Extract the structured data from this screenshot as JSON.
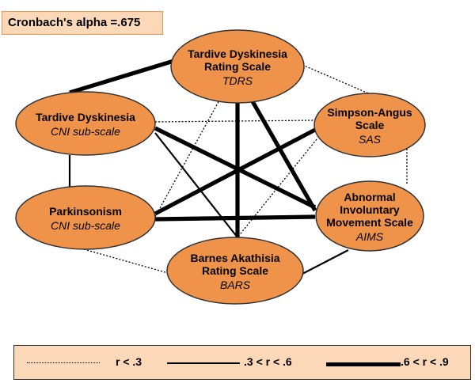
{
  "alpha_label": "Cronbach's alpha =.675",
  "colors": {
    "node_fill": "#f0934a",
    "node_stroke": "#333333",
    "legend_bg": "#fbd9b8",
    "line": "#000000"
  },
  "nodes": [
    {
      "id": "tdrs",
      "title": [
        "Tardive Dyskinesia",
        "Rating Scale"
      ],
      "sub": "TDRS"
    },
    {
      "id": "sas",
      "title": [
        "Simpson-Angus",
        "Scale"
      ],
      "sub": "SAS"
    },
    {
      "id": "aims",
      "title": [
        "Abnormal",
        "Involuntary",
        "Movement  Scale"
      ],
      "sub": "AIMS"
    },
    {
      "id": "bars",
      "title": [
        "Barnes Akathisia",
        "Rating Scale"
      ],
      "sub": "BARS"
    },
    {
      "id": "park",
      "title": [
        "Parkinsonism"
      ],
      "sub": "CNI sub-scale"
    },
    {
      "id": "td",
      "title": [
        "Tardive Dyskinesia"
      ],
      "sub": "CNI sub-scale"
    }
  ],
  "edges": [
    {
      "from": "tdrs",
      "to": "td",
      "strength": "strong"
    },
    {
      "from": "tdrs",
      "to": "sas",
      "strength": "weak"
    },
    {
      "from": "tdrs",
      "to": "aims",
      "strength": "strong"
    },
    {
      "from": "tdrs",
      "to": "bars",
      "strength": "strong"
    },
    {
      "from": "tdrs",
      "to": "park",
      "strength": "weak"
    },
    {
      "from": "td",
      "to": "sas",
      "strength": "weak"
    },
    {
      "from": "td",
      "to": "aims",
      "strength": "strong"
    },
    {
      "from": "td",
      "to": "bars",
      "strength": "medium"
    },
    {
      "from": "td",
      "to": "park",
      "strength": "medium"
    },
    {
      "from": "sas",
      "to": "aims",
      "strength": "weak"
    },
    {
      "from": "sas",
      "to": "park",
      "strength": "strong"
    },
    {
      "from": "sas",
      "to": "bars",
      "strength": "weak"
    },
    {
      "from": "park",
      "to": "aims",
      "strength": "strong"
    },
    {
      "from": "park",
      "to": "bars",
      "strength": "weak"
    },
    {
      "from": "aims",
      "to": "bars",
      "strength": "medium"
    }
  ],
  "legend": [
    {
      "style": "weak",
      "label": "r < .3"
    },
    {
      "style": "medium",
      "label": ".3 < r < .6"
    },
    {
      "style": "strong",
      "label": ".6 < r < .9"
    }
  ]
}
